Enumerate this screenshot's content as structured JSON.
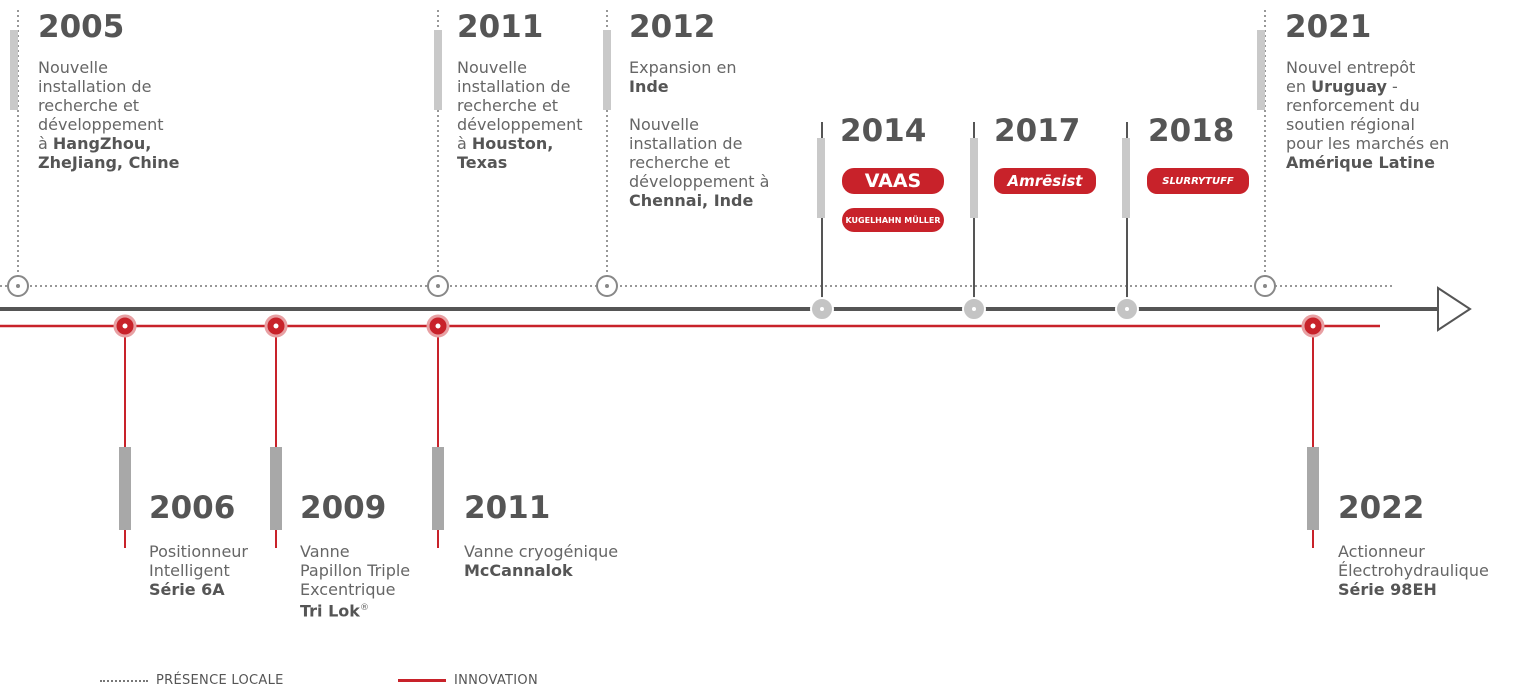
{
  "colors": {
    "accent_red": "#c8222a",
    "axis_gray": "#555555",
    "text_gray": "#666666"
  },
  "events": {
    "e2005": {
      "year": "2005",
      "lines": [
        "Nouvelle",
        "installation de",
        "recherche et",
        "développement",
        "à "
      ],
      "bold": [
        "HangZhou,",
        "ZheJiang, Chine"
      ]
    },
    "e2011a": {
      "year": "2011",
      "lines": [
        "Nouvelle",
        "installation de",
        "recherche et",
        "développement",
        "à "
      ],
      "bold": [
        "Houston,",
        "Texas"
      ]
    },
    "e2012": {
      "year": "2012",
      "l1": "Expansion en",
      "b1": "Inde",
      "l2": [
        "Nouvelle",
        "installation de",
        "recherche et",
        "développement à"
      ],
      "b2": "Chennai, Inde"
    },
    "e2014": {
      "year": "2014",
      "logo1": "VAAS",
      "logo2": "KUGELHAHN MÜLLER"
    },
    "e2017": {
      "year": "2017",
      "logo": "Amrēsist"
    },
    "e2018": {
      "year": "2018",
      "logo": "SLURRYTUFF"
    },
    "e2021": {
      "year": "2021",
      "l1": "Nouvel entrepôt",
      "l2a": "en ",
      "b1": "Uruguay",
      "l2b": " -",
      "l3": "renforcement du",
      "l4": "soutien régional",
      "l5": "pour les marchés en",
      "b2": "Amérique Latine"
    },
    "e2006": {
      "year": "2006",
      "lines": [
        "Positionneur",
        "Intelligent"
      ],
      "bold": "Série 6A"
    },
    "e2009": {
      "year": "2009",
      "lines": [
        "Vanne",
        "Papillon Triple",
        "Excentrique"
      ],
      "bold": "Tri Lok",
      "sup": "®"
    },
    "e2011b": {
      "year": "2011",
      "line": "Vanne cryogénique",
      "bold": "McCannalok"
    },
    "e2022": {
      "year": "2022",
      "lines": [
        "Actionneur",
        "Électrohydraulique"
      ],
      "bold": "Série 98EH"
    }
  },
  "legend": {
    "local": "PRÉSENCE LOCALE",
    "innovation": "INNOVATION"
  }
}
